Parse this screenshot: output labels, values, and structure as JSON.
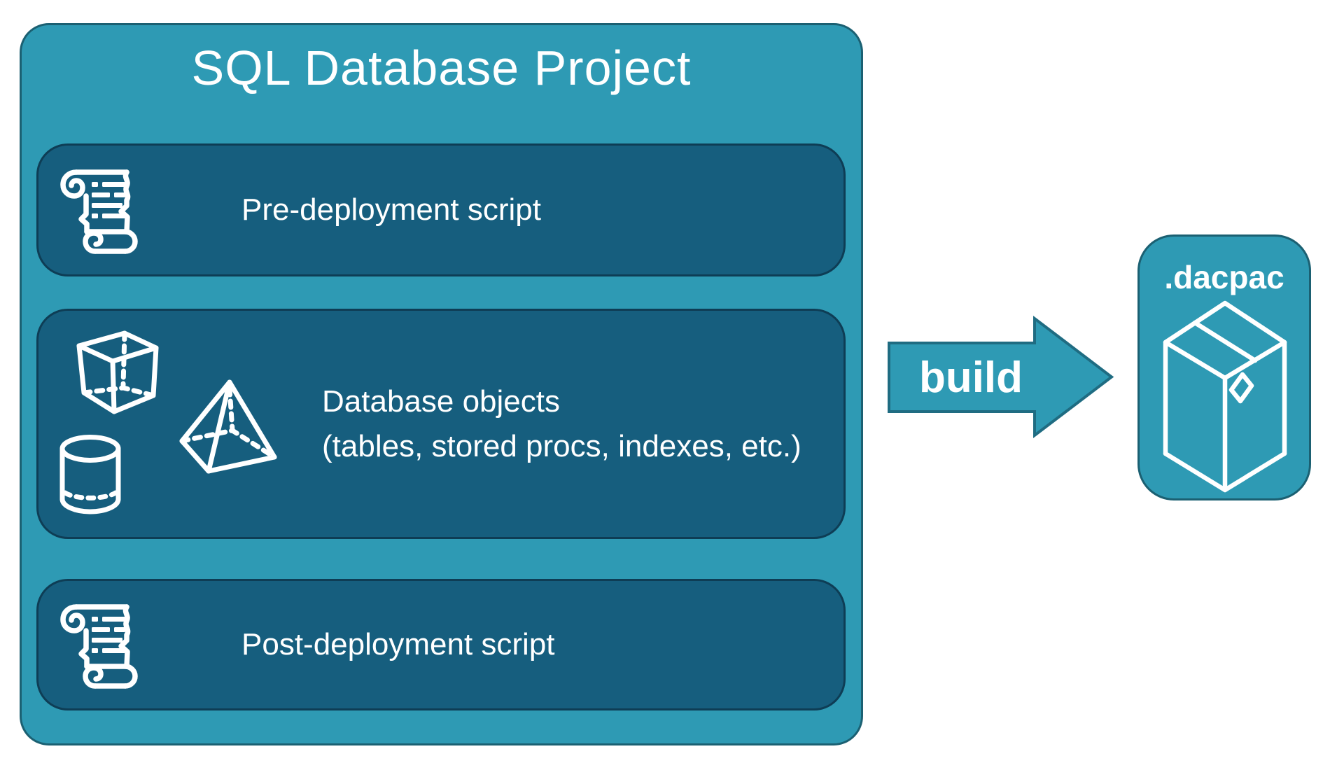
{
  "title": "SQL Database Project",
  "boxes": {
    "pre": {
      "label": "Pre-deployment script"
    },
    "objects": {
      "line1": "Database objects",
      "line2": "(tables, stored procs, indexes, etc.)"
    },
    "post": {
      "label": "Post-deployment script"
    }
  },
  "arrow": {
    "label": "build"
  },
  "output": {
    "label": ".dacpac"
  },
  "icons": {
    "pre_box": "scroll-icon",
    "post_box": "scroll-icon",
    "objects_box": [
      "cube-icon",
      "pyramid-icon",
      "cylinder-icon"
    ],
    "output_box": "package-icon"
  },
  "colors": {
    "background": "#FFFFFF",
    "teal_fill": "#2E9AB4",
    "teal_border": "#1B6072",
    "dark_blue_fill": "#165E7E",
    "dark_blue_border": "#0E3D55",
    "text": "#FFFFFF"
  }
}
